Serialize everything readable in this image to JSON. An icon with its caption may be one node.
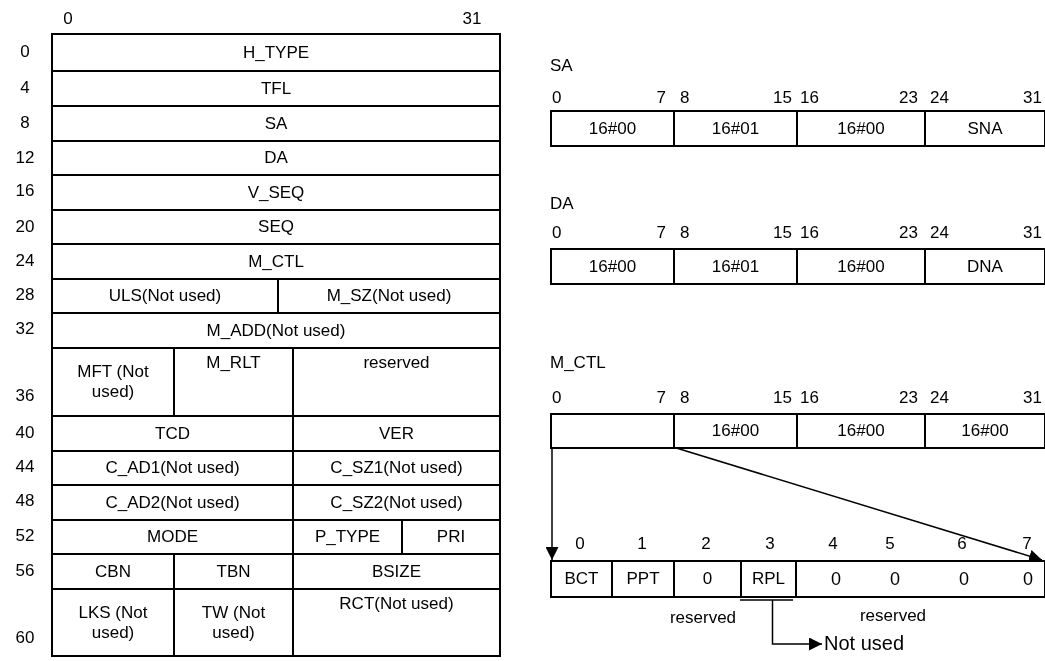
{
  "diagram": {
    "nodes": [
      {
        "text": [
          "H_TYPE"
        ]
      },
      {
        "text": [
          "TFL"
        ]
      },
      {
        "text": [
          "SA"
        ]
      },
      {
        "text": [
          "DA"
        ]
      },
      {
        "text": [
          "V_SEQ"
        ]
      },
      {
        "text": [
          "SEQ"
        ]
      },
      {
        "text": [
          "M_CTL"
        ]
      },
      {
        "text": [
          "ULS(Not used)"
        ]
      },
      {
        "text": [
          "M_SZ(Not used)"
        ]
      },
      {
        "text": [
          "M_ADD(Not used)"
        ]
      },
      {
        "text": [
          "MFT (Not used)"
        ]
      },
      {
        "text": [
          "M_RLT"
        ]
      },
      {
        "text": [
          "reserved"
        ]
      },
      {
        "text": [
          "TCD"
        ]
      },
      {
        "text": [
          "VER"
        ]
      },
      {
        "text": [
          "C_AD1(Not used)"
        ]
      },
      {
        "text": [
          "C_SZ1(Not used)"
        ]
      },
      {
        "text": [
          "C_AD2(Not used)"
        ]
      },
      {
        "text": [
          "C_SZ2(Not used)"
        ]
      },
      {
        "text": [
          "MODE"
        ]
      },
      {
        "text": [
          "P_TYPE"
        ]
      },
      {
        "text": [
          "PRI"
        ]
      },
      {
        "text": [
          "CBN"
        ]
      },
      {
        "text": [
          "TBN"
        ]
      },
      {
        "text": [
          "BSIZE"
        ]
      },
      {
        "text": [
          "LKS (Not used)"
        ]
      },
      {
        "text": [
          "TW (Not used)"
        ]
      },
      {
        "text": [
          "RCT(Not used)"
        ]
      },
      {
        "text": [
          "16#00"
        ]
      },
      {
        "text": [
          "16#01"
        ]
      },
      {
        "text": [
          "16#00"
        ]
      },
      {
        "text": [
          "SNA"
        ]
      },
      {
        "text": [
          "16#00"
        ]
      },
      {
        "text": [
          "16#01"
        ]
      },
      {
        "text": [
          "16#00"
        ]
      },
      {
        "text": [
          "DNA"
        ]
      },
      {
        "text": [],
        "shape": "box"
      },
      {
        "text": [
          "16#00"
        ]
      },
      {
        "text": [
          "16#00"
        ]
      },
      {
        "text": [
          "16#00"
        ]
      },
      {
        "text": [
          "BCT"
        ]
      },
      {
        "text": [
          "PPT"
        ]
      },
      {
        "text": [
          "0"
        ]
      },
      {
        "text": [
          "RPL"
        ]
      },
      {
        "text": [
          "0",
          "0",
          "0",
          "0"
        ]
      },
      {
        "text": [
          "Not used"
        ]
      }
    ],
    "edges": [
      {
        "from": 36,
        "to": 40,
        "arrow": "to"
      },
      {
        "from": 36,
        "to": 44,
        "arrow": "to"
      },
      {
        "from": 43,
        "to": 45,
        "arrow": "to"
      }
    ],
    "labels": [
      "0",
      "31",
      "0",
      "4",
      "8",
      "12",
      "16",
      "20",
      "24",
      "28",
      "32",
      "36",
      "40",
      "44",
      "48",
      "52",
      "56",
      "60",
      "SA",
      "0",
      "7",
      "8",
      "15",
      "16",
      "23",
      "24",
      "31",
      "DA",
      "0",
      "7",
      "8",
      "15",
      "16",
      "23",
      "24",
      "31",
      "M_CTL",
      "0",
      "7",
      "8",
      "15",
      "16",
      "23",
      "24",
      "31",
      "0",
      "1",
      "2",
      "3",
      "4",
      "5",
      "6",
      "7",
      "reserved",
      "reserved"
    ]
  }
}
